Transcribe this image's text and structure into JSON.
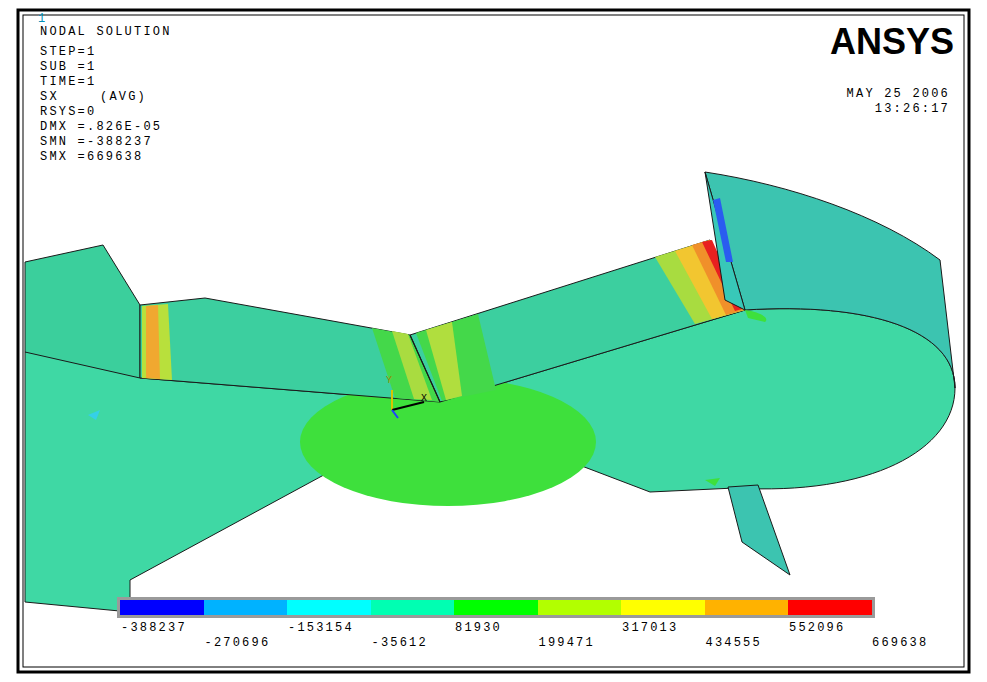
{
  "diagram": {
    "labels": [
      "1",
      "NODAL SOLUTION",
      "STEP=1",
      "SUB =1",
      "TIME=1",
      "SX",
      "(AVG)",
      "RSYS=0",
      "DMX =.826E-05",
      "SMN =-388237",
      "SMX =669638",
      "ANSYS",
      "MAY 25 2006",
      "13:26:17",
      "Y",
      "X",
      "669638"
    ],
    "legend": [
      {
        "text": "-388237",
        "color": "#0000ff"
      },
      {
        "text": "-270696",
        "color": "#00b2ff"
      },
      {
        "text": "-153154",
        "color": "#00ffff"
      },
      {
        "text": "-35612",
        "color": "#00ffb2"
      },
      {
        "text": "81930",
        "color": "#00ff00"
      },
      {
        "text": "199471",
        "color": "#b2ff00"
      },
      {
        "text": "317013",
        "color": "#ffff00"
      },
      {
        "text": "434555",
        "color": "#ffb200"
      },
      {
        "text": "552096",
        "color": "#ff0000"
      }
    ]
  }
}
